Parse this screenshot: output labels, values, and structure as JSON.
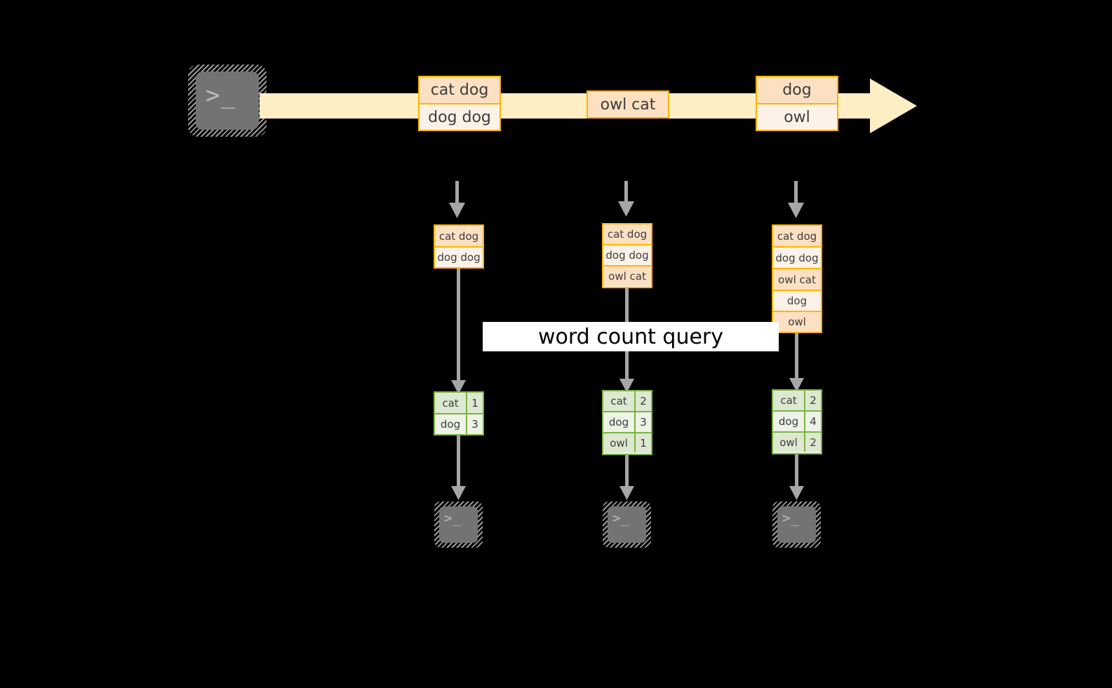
{
  "diagram": {
    "title": "word count streaming query diagram",
    "colors": {
      "background": "#000000",
      "stream_fill": "#fdeec4",
      "message_border": "#ffb300",
      "message_fill_dark": "#fce0c2",
      "message_fill_light": "#fdf2e7",
      "table_border": "#7cb342",
      "table_fill_dark": "#dde8d0",
      "table_fill_light": "#eef3e8",
      "connector": "#a6a6a6",
      "terminal_body": "#737373",
      "terminal_glyph": "#bdbdbd",
      "label_background": "#ffffff",
      "label_text": "#000000"
    },
    "query_label": "word count query",
    "source": {
      "icon": "terminal-icon",
      "glyph": ">_"
    },
    "stream": {
      "batches": [
        {
          "name": "batch-1",
          "lines": [
            "cat dog",
            "dog dog"
          ]
        },
        {
          "name": "batch-2",
          "lines": [
            "owl cat"
          ]
        },
        {
          "name": "batch-3",
          "lines": [
            "dog",
            "owl"
          ]
        }
      ]
    },
    "columns": [
      {
        "name": "column-1",
        "input_table": {
          "rows": [
            "cat dog",
            "dog dog"
          ]
        },
        "result_table": {
          "rows": [
            {
              "word": "cat",
              "count": "1"
            },
            {
              "word": "dog",
              "count": "3"
            }
          ]
        },
        "sink": {
          "icon": "terminal-icon",
          "glyph": ">_"
        }
      },
      {
        "name": "column-2",
        "input_table": {
          "rows": [
            "cat dog",
            "dog dog",
            "owl cat"
          ]
        },
        "result_table": {
          "rows": [
            {
              "word": "cat",
              "count": "2"
            },
            {
              "word": "dog",
              "count": "3"
            },
            {
              "word": "owl",
              "count": "1"
            }
          ]
        },
        "sink": {
          "icon": "terminal-icon",
          "glyph": ">_"
        }
      },
      {
        "name": "column-3",
        "input_table": {
          "rows": [
            "cat dog",
            "dog dog",
            "owl cat",
            "dog",
            "owl"
          ]
        },
        "result_table": {
          "rows": [
            {
              "word": "cat",
              "count": "2"
            },
            {
              "word": "dog",
              "count": "4"
            },
            {
              "word": "owl",
              "count": "2"
            }
          ]
        },
        "sink": {
          "icon": "terminal-icon",
          "glyph": ">_"
        }
      }
    ]
  }
}
